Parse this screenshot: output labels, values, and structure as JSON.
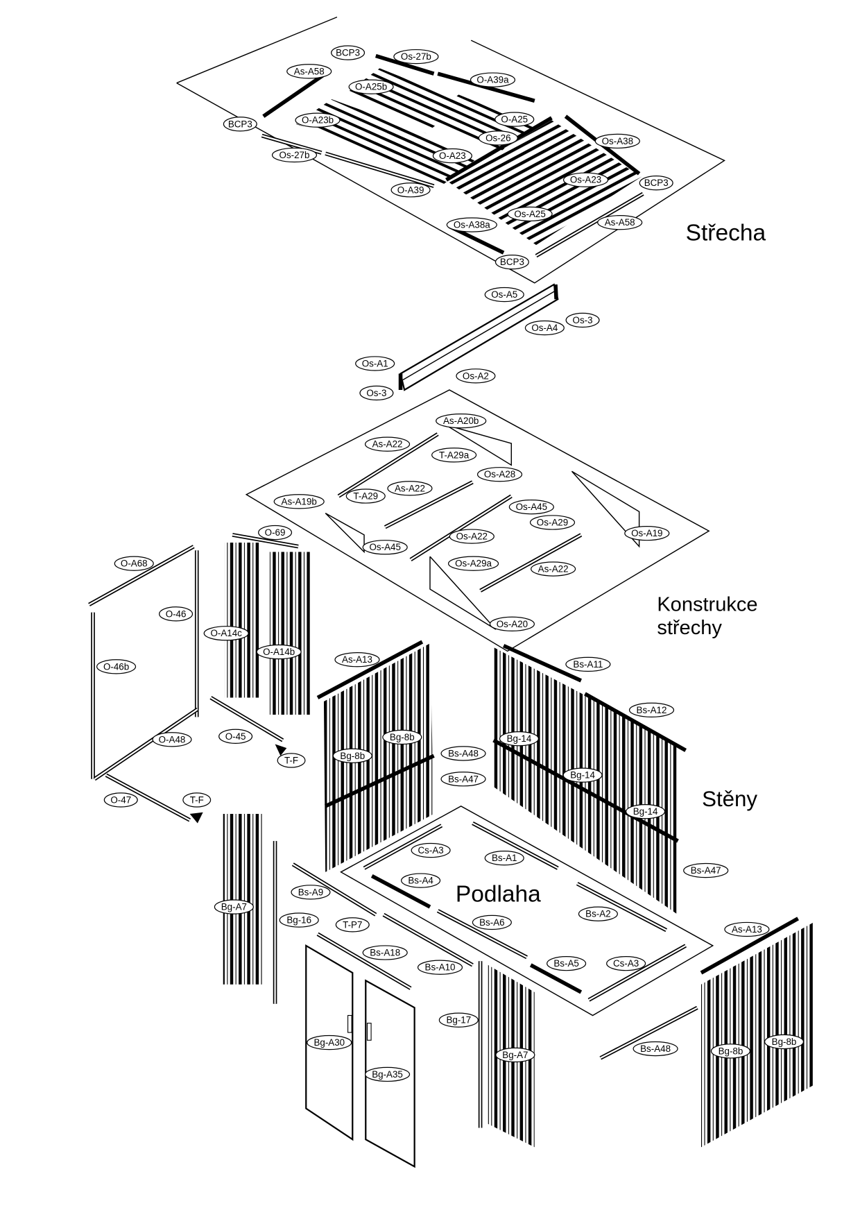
{
  "sections": {
    "roof": "Střecha",
    "roof_structure_line1": "Konstrukce",
    "roof_structure_line2": "střechy",
    "walls": "Stěny",
    "floor": "Podlaha"
  },
  "part_labels": [
    "BCP3",
    "Os-27b",
    "As-A58",
    "O-A25b",
    "O-A39a",
    "BCP3",
    "O-A23b",
    "O-A25",
    "Os-26",
    "Os-A38",
    "Os-27b",
    "O-A23",
    "O-A39",
    "Os-A23",
    "BCP3",
    "Os-A25",
    "Os-A38a",
    "As-A58",
    "BCP3",
    "Os-A5",
    "Os-3",
    "Os-A4",
    "Os-A1",
    "Os-A2",
    "Os-3",
    "As-A20b",
    "As-A22",
    "T-A29a",
    "Os-A28",
    "T-A29",
    "As-A22",
    "As-A19b",
    "Os-A45",
    "Os-A29",
    "Os-A19",
    "Os-A22",
    "Os-A45",
    "Os-A29a",
    "As-A22",
    "Os-A20",
    "O-69",
    "O-A68",
    "O-46",
    "O-A14c",
    "O-A14b",
    "O-46b",
    "O-A48",
    "O-45",
    "T-F",
    "O-47",
    "T-F",
    "As-A13",
    "Bs-A11",
    "Bs-A12",
    "Bg-8b",
    "Bg-8b",
    "Bs-A48",
    "Bg-14",
    "Bs-A47",
    "Bg-14",
    "Bg-14",
    "Bs-A47",
    "Cs-A3",
    "Bs-A1",
    "Bs-A4",
    "Bs-A9",
    "Bs-A6",
    "Bs-A2",
    "Bg-16",
    "T-P7",
    "Bs-A18",
    "Bs-A10",
    "Bs-A5",
    "Cs-A3",
    "Bg-A7",
    "Bg-17",
    "Bg-A30",
    "Bg-A35",
    "Bg-A7",
    "Bs-A48",
    "As-A13",
    "Bg-8b",
    "Bg-8b"
  ]
}
